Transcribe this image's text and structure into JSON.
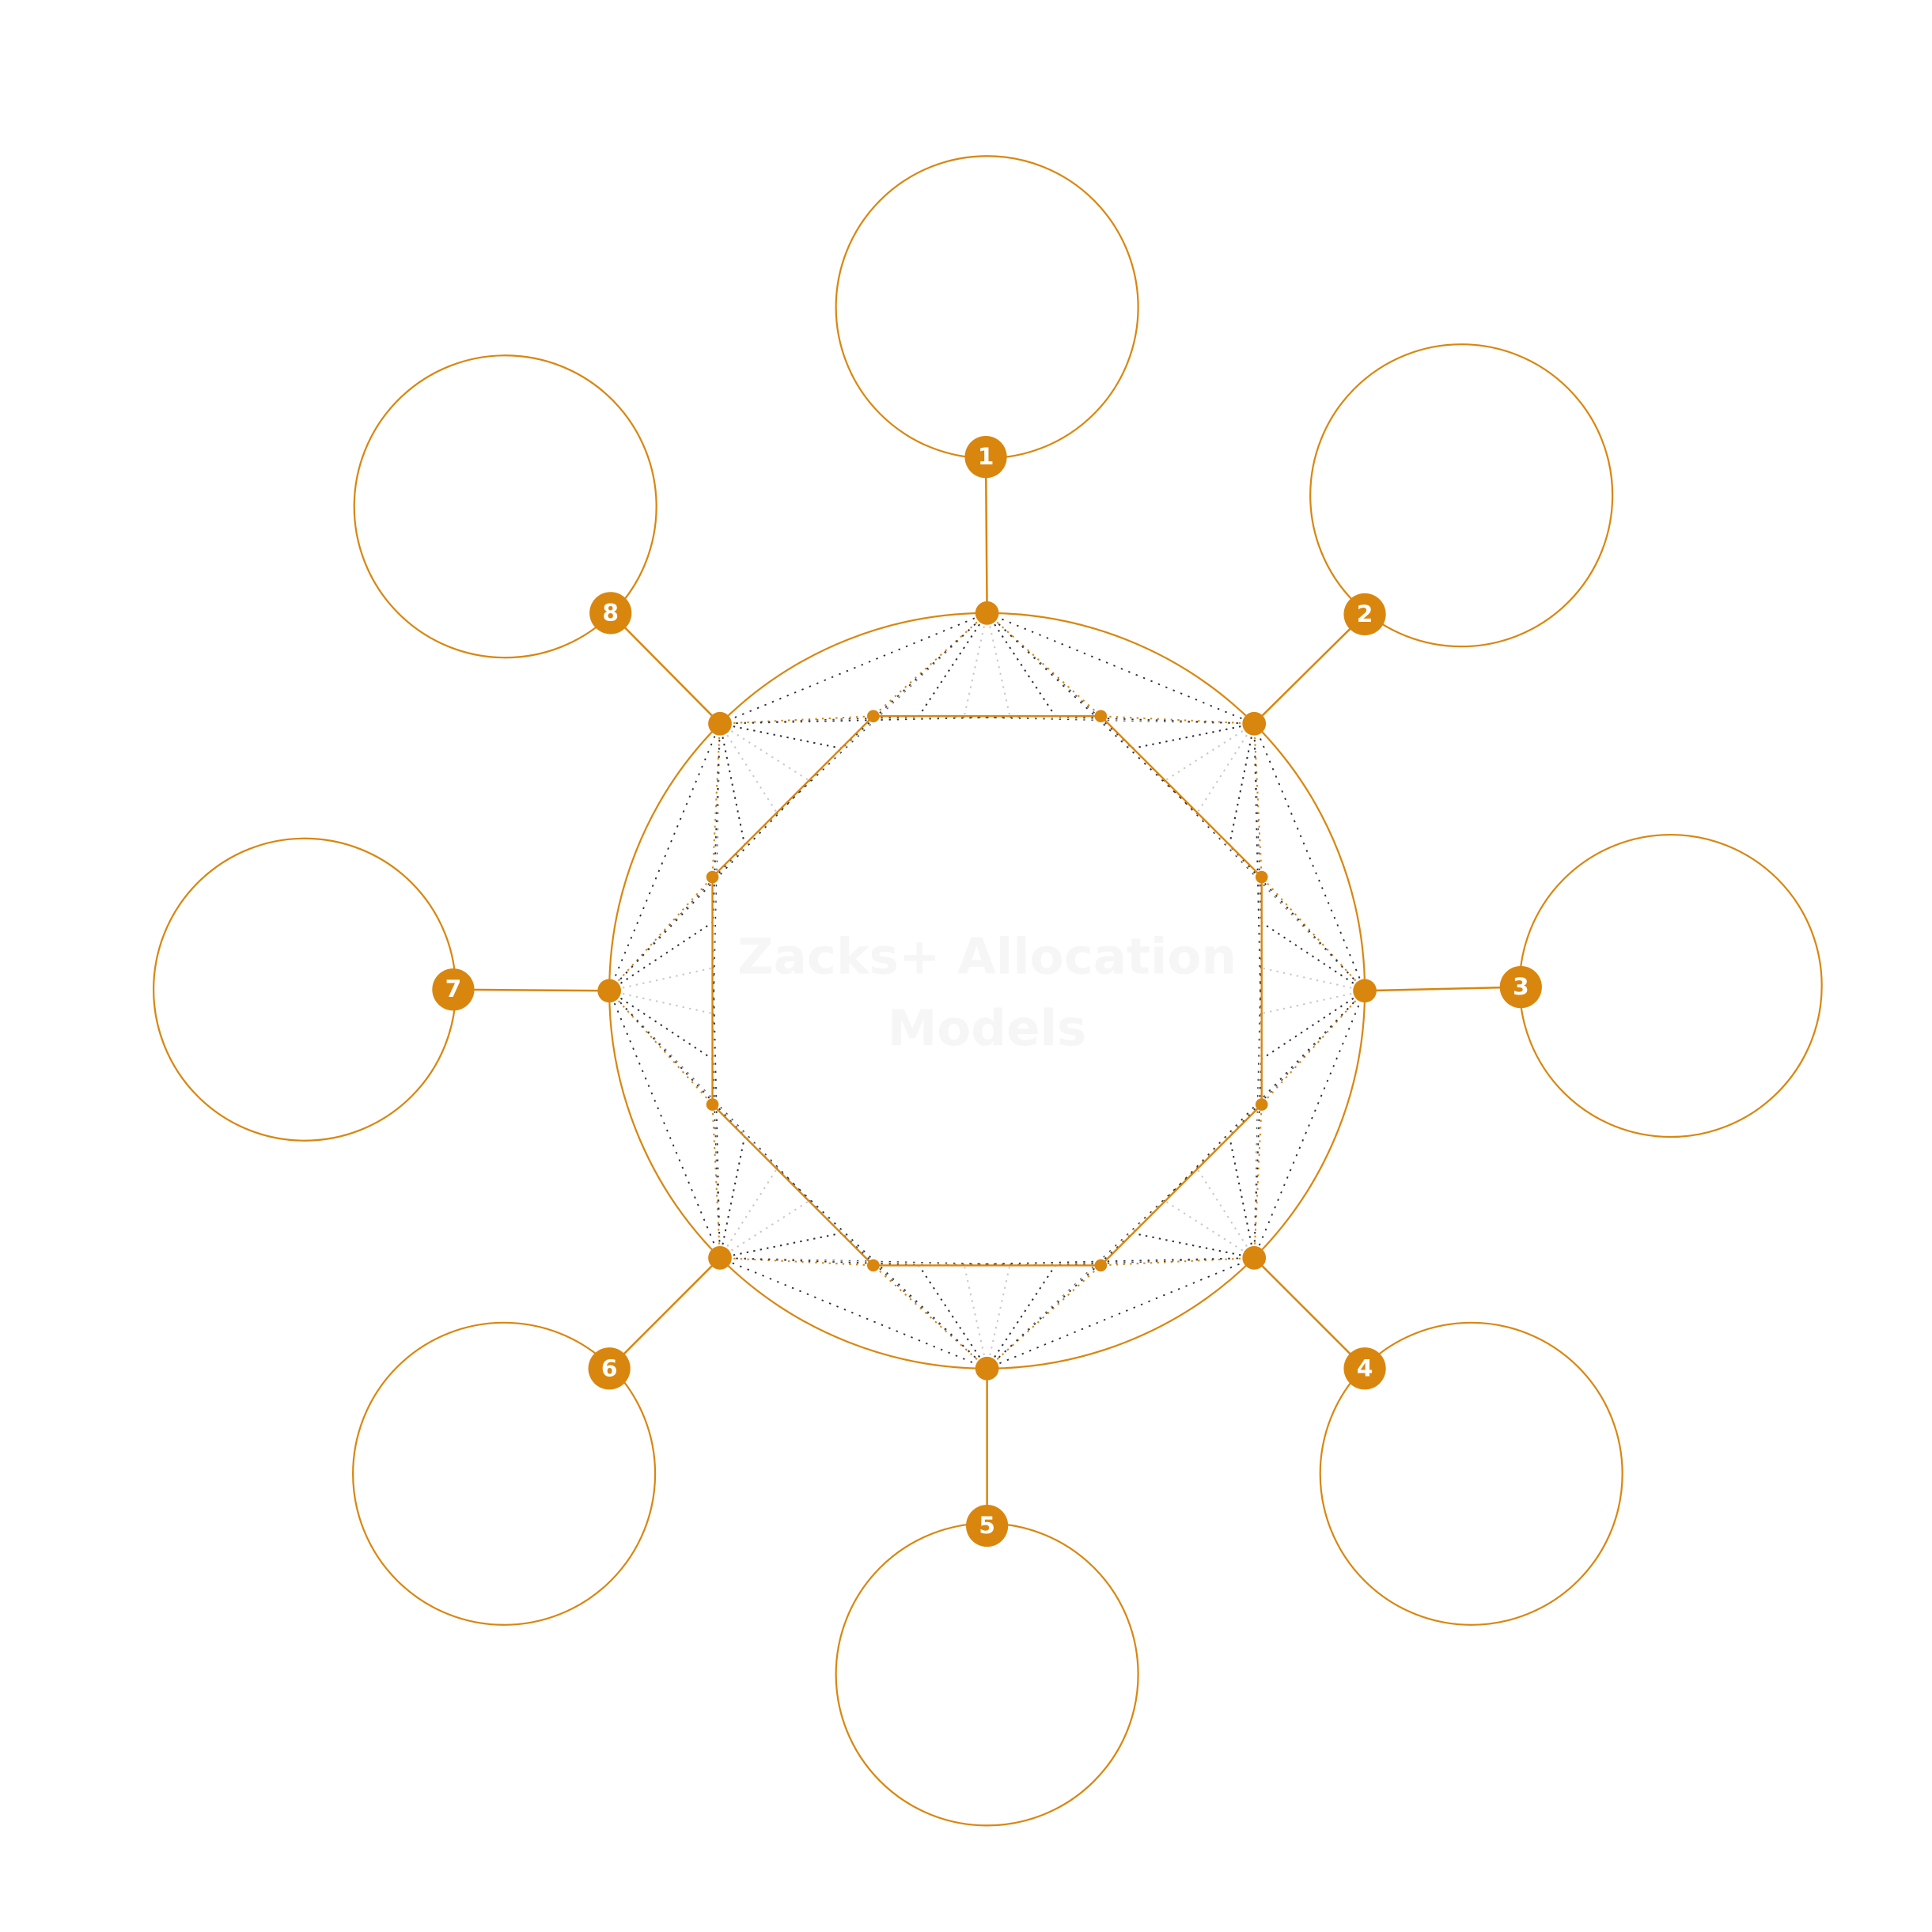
{
  "diagram": {
    "title_line1": "Zacks+ Allocation",
    "title_line2": "Models",
    "nodes": [
      {
        "label": "1"
      },
      {
        "label": "2"
      },
      {
        "label": "3"
      },
      {
        "label": "4"
      },
      {
        "label": "5"
      },
      {
        "label": "6"
      },
      {
        "label": "7"
      },
      {
        "label": "8"
      }
    ],
    "colors": {
      "accent": "#D9860F",
      "dark_dots": "#2b2f3a",
      "light_dots": "#c8c8c8",
      "title": "#f6f6f6",
      "background": "#ffffff"
    }
  }
}
